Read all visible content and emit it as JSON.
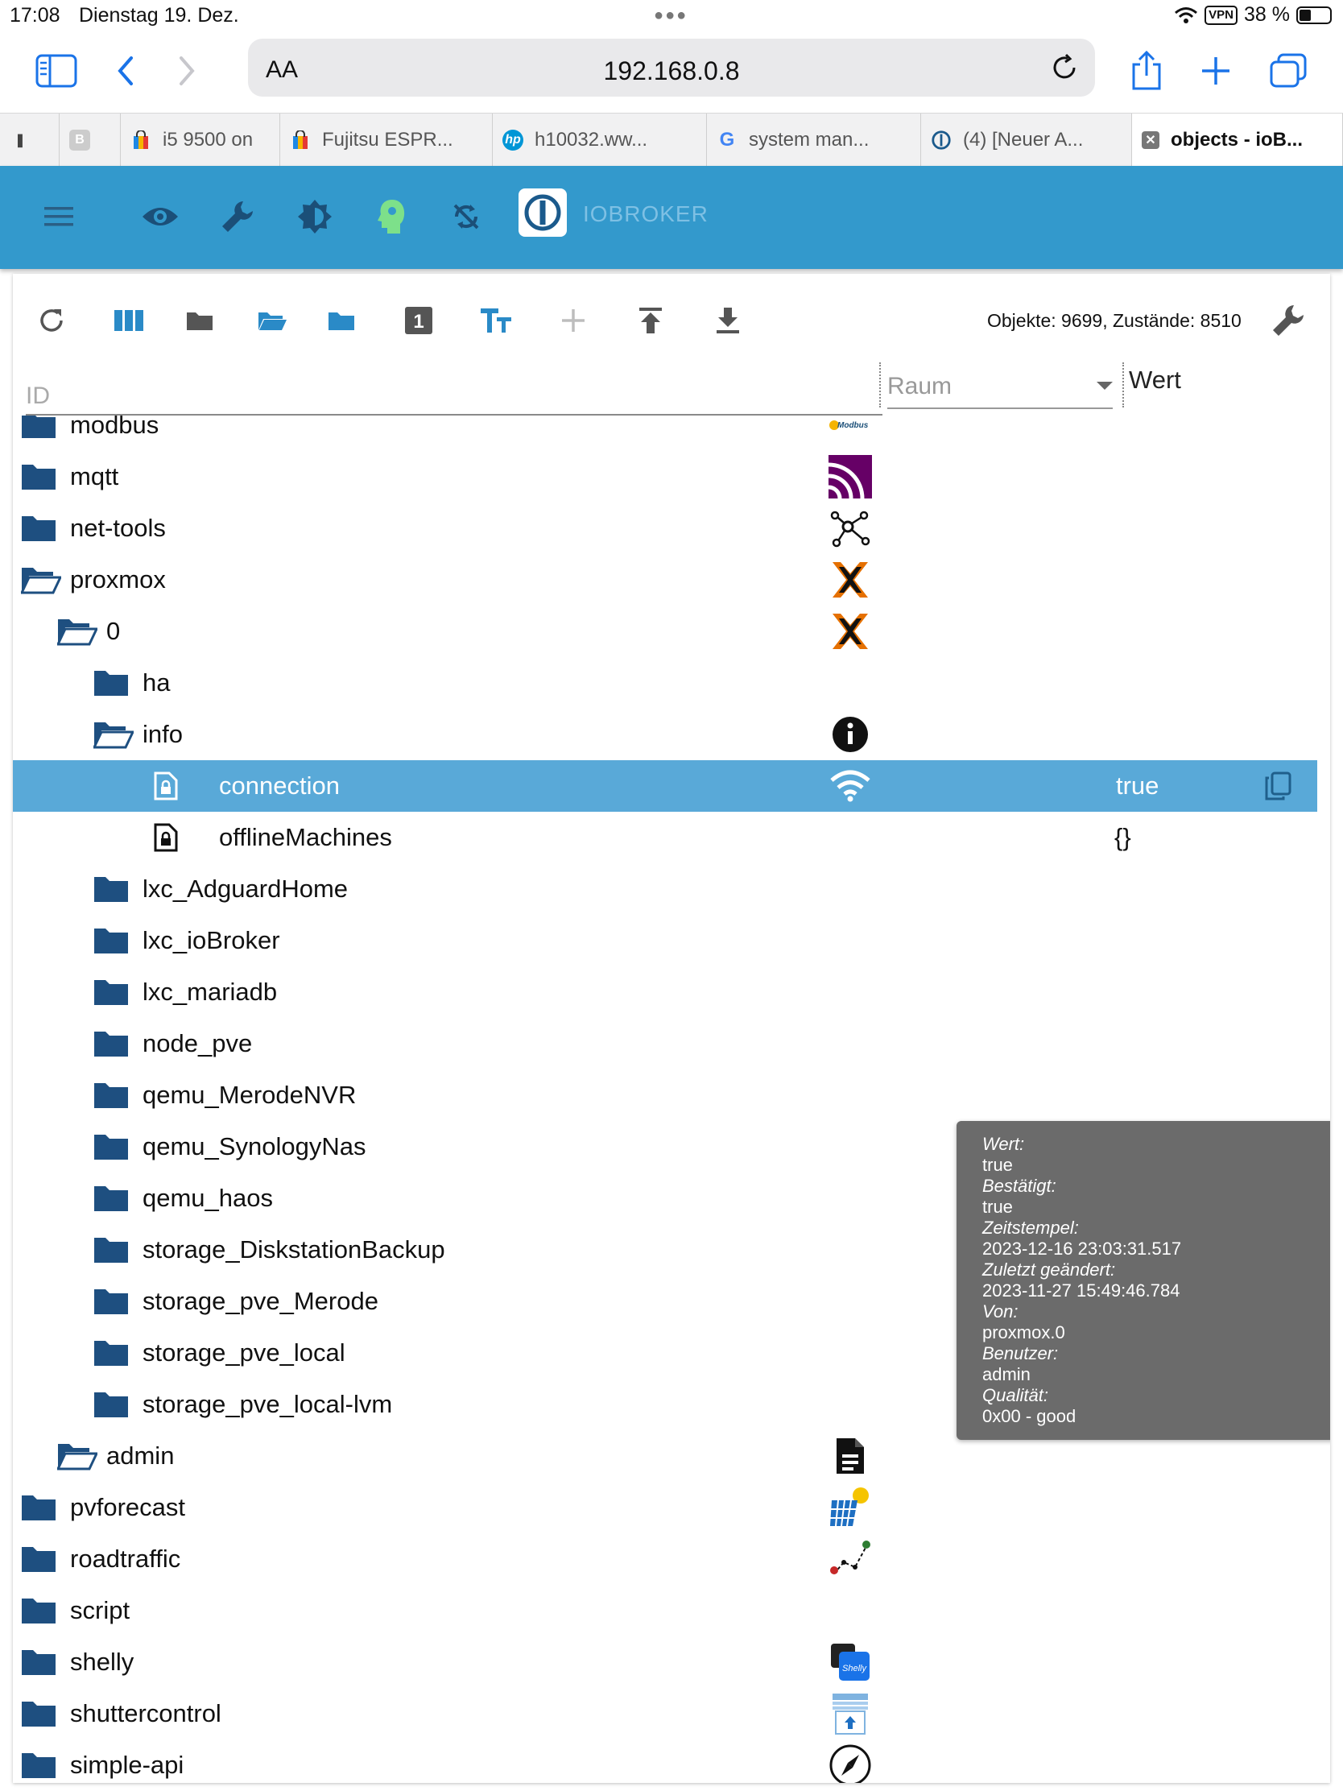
{
  "status": {
    "time": "17:08",
    "date": "Dienstag 19. Dez.",
    "vpn": "VPN",
    "battery": "38 %",
    "battery_level": 0.38
  },
  "browser": {
    "aa_label": "AA",
    "url": "192.168.0.8"
  },
  "tabs": [
    {
      "label": "",
      "icon": "partial-tab-icon"
    },
    {
      "label": "",
      "icon": "b-letter-icon"
    },
    {
      "label": "i5 9500 on",
      "icon": "shopping-bag-icon"
    },
    {
      "label": "Fujitsu ESPR...",
      "icon": "shopping-bag-icon"
    },
    {
      "label": "h10032.ww...",
      "icon": "hp-logo-icon"
    },
    {
      "label": "system man...",
      "icon": "google-g-icon"
    },
    {
      "label": "(4) [Neuer A...",
      "icon": "iobroker-logo-icon"
    },
    {
      "label": "objects - ioB...",
      "icon": "close-icon"
    }
  ],
  "app": {
    "brand": "IOBROKER",
    "accent": "#3399cc"
  },
  "objects": {
    "counts": "Objekte: 9699, Zustände: 8510",
    "id_placeholder": "ID",
    "room_placeholder": "Raum",
    "value_header": "Wert"
  },
  "tree": [
    {
      "label": "modbus",
      "icon": "modbus-logo-icon",
      "value": ""
    },
    {
      "label": "mqtt",
      "icon": "mqtt-logo-icon",
      "value": ""
    },
    {
      "label": "net-tools",
      "icon": "network-nodes-icon",
      "value": ""
    },
    {
      "label": "proxmox",
      "icon": "proxmox-logo-icon",
      "value": ""
    },
    {
      "label": "0",
      "icon": "proxmox-logo-icon",
      "value": ""
    },
    {
      "label": "ha",
      "icon": "",
      "value": ""
    },
    {
      "label": "info",
      "icon": "info-icon",
      "value": ""
    },
    {
      "label": "connection",
      "icon": "wifi-icon",
      "value": "true"
    },
    {
      "label": "offlineMachines",
      "icon": "",
      "value": "{}"
    },
    {
      "label": "lxc_AdguardHome",
      "icon": "",
      "value": ""
    },
    {
      "label": "lxc_ioBroker",
      "icon": "",
      "value": ""
    },
    {
      "label": "lxc_mariadb",
      "icon": "",
      "value": ""
    },
    {
      "label": "node_pve",
      "icon": "",
      "value": ""
    },
    {
      "label": "qemu_MerodeNVR",
      "icon": "",
      "value": ""
    },
    {
      "label": "qemu_SynologyNas",
      "icon": "",
      "value": ""
    },
    {
      "label": "qemu_haos",
      "icon": "",
      "value": ""
    },
    {
      "label": "storage_DiskstationBackup",
      "icon": "",
      "value": ""
    },
    {
      "label": "storage_pve_Merode",
      "icon": "",
      "value": ""
    },
    {
      "label": "storage_pve_local",
      "icon": "",
      "value": ""
    },
    {
      "label": "storage_pve_local-lvm",
      "icon": "",
      "value": ""
    },
    {
      "label": "admin",
      "icon": "document-icon",
      "value": ""
    },
    {
      "label": "pvforecast",
      "icon": "solar-panel-icon",
      "value": ""
    },
    {
      "label": "roadtraffic",
      "icon": "route-icon",
      "value": ""
    },
    {
      "label": "script",
      "icon": "",
      "value": ""
    },
    {
      "label": "shelly",
      "icon": "shelly-device-icon",
      "value": ""
    },
    {
      "label": "shuttercontrol",
      "icon": "shutter-icon",
      "value": ""
    },
    {
      "label": "simple-api",
      "icon": "compass-icon",
      "value": ""
    }
  ],
  "tooltip": {
    "wert_label": "Wert:",
    "wert": "true",
    "bestaetigt_label": "Bestätigt:",
    "bestaetigt": "true",
    "zeitstempel_label": "Zeitstempel:",
    "zeitstempel": "2023-12-16 23:03:31.517",
    "geaendert_label": "Zuletzt geändert:",
    "geaendert": "2023-11-27 15:49:46.784",
    "von_label": "Von:",
    "von": "proxmox.0",
    "benutzer_label": "Benutzer:",
    "benutzer": "admin",
    "qualitaet_label": "Qualität:",
    "qualitaet": "0x00 - good"
  }
}
